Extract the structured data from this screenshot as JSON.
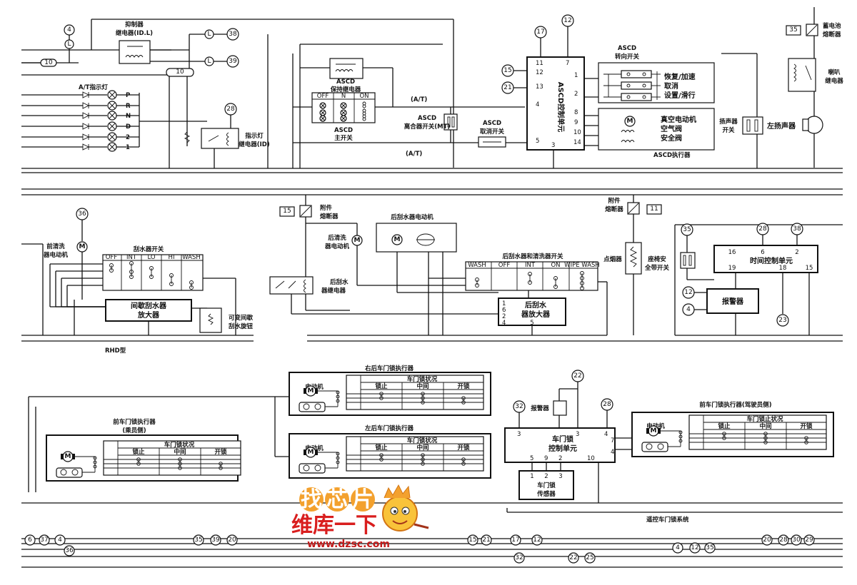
{
  "top": {
    "suppressor_relay": "抑制器",
    "suppressor_relay2": "继电器(ID.L)",
    "at_indicator": "A/T指示灯",
    "gear_positions": [
      "P",
      "R",
      "N",
      "D",
      "2",
      "1"
    ],
    "indicator_relay": "指示灯",
    "indicator_relay2": "继电器(ID)",
    "ascd_hold_relay": "ASCD",
    "ascd_hold_relay2": "保持继电器",
    "main_switch": "ASCD",
    "main_switch2": "主开关",
    "switch_cols": [
      "OFF",
      "N",
      "ON"
    ],
    "at_label": "(A/T)",
    "clutch_switch": "ASCD",
    "clutch_switch2": "离合器开关(MT)",
    "cancel_switch": "ASCD",
    "cancel_switch2": "取消开关",
    "control_unit": "ASCD控制单元",
    "steering_switch": "ASCD",
    "steering_switch2": "转向开关",
    "resume": "恢复/加速",
    "cancel": "取消",
    "set": "设置/滑行",
    "vacuum_motor": "真空电动机",
    "air_valve": "空气阀",
    "safety_valve": "安全阀",
    "actuator": "ASCD执行器",
    "battery_fuse": "蓄电池",
    "battery_fuse2": "熔断器",
    "horn_relay": "喇叭",
    "horn_relay2": "继电器",
    "speaker_switch": "扬声器",
    "speaker_switch2": "开关",
    "left_speaker": "左扬声器",
    "cu_pins": [
      "11",
      "7",
      "12",
      "13",
      "4",
      "5",
      "3",
      "1",
      "2",
      "8",
      "9",
      "10",
      "14"
    ],
    "connector_nums": [
      "4",
      "38",
      "39",
      "10",
      "10",
      "28",
      "17",
      "12",
      "15",
      "21",
      "35"
    ],
    "conn_letter": "L"
  },
  "middle": {
    "front_washer_motor": "前清洗",
    "front_washer_motor2": "器电动机",
    "wiper_switch": "刮水器开关",
    "wiper_cols": [
      "OFF",
      "INT",
      "LO",
      "HI",
      "WASH"
    ],
    "intermittent_amp": "间歇刮水器",
    "intermittent_amp2": "放大器",
    "variable_knob": "可变间歇",
    "variable_knob2": "刮水旋钮",
    "rhd": "RHD型",
    "acc_fuse": "附件",
    "acc_fuse2": "熔断器",
    "rear_washer_motor": "后清洗",
    "rear_washer_motor2": "器电动机",
    "rear_wiper_motor": "后刮水器电动机",
    "rear_wiper_relay": "后刮水",
    "rear_wiper_relay2": "器继电器",
    "rear_switch": "后刮水器和清洗器开关",
    "rear_cols": [
      "WASH",
      "OFF",
      "INT",
      "ON",
      "WIPE WASH"
    ],
    "rear_amp": "后刮水",
    "rear_amp2": "器放大器",
    "rear_amp_pins": [
      "1",
      "6",
      "2",
      "4",
      "5"
    ],
    "cig_lighter": "点烟器",
    "seat_belt": "座椅安",
    "seat_belt2": "全带开关",
    "timer_unit": "时间控制单元",
    "timer_pins": [
      "16",
      "6",
      "2",
      "19",
      "18",
      "15"
    ],
    "alarm": "报警器",
    "connector_nums": [
      "36",
      "15",
      "11",
      "35",
      "28",
      "38",
      "12",
      "4",
      "23"
    ]
  },
  "bottom": {
    "rr_actuator": "右后车门锁执行器",
    "lr_actuator": "左后车门锁执行器",
    "fp_actuator": "前车门锁执行器",
    "fp_actuator2": "(乘员侧)",
    "fd_actuator": "前车门锁执行器(驾驶员侧)",
    "motor": "电动机",
    "lock_status": "车门锁状况",
    "lock_status_alt": "车门锁止状况",
    "status_cols": [
      "锁止",
      "中间",
      "开锁"
    ],
    "buzzer": "报警器",
    "lock_cu": "车门锁",
    "lock_cu2": "控制单元",
    "lock_cu_pins": [
      "3",
      "3",
      "4",
      "7",
      "4",
      "5",
      "9",
      "2",
      "10"
    ],
    "lock_sensor": "车门锁",
    "lock_sensor2": "传感器",
    "sensor_pins": [
      "1",
      "2",
      "3"
    ],
    "remote_system": "遥控车门锁系统",
    "connector_nums": [
      "22",
      "32",
      "28"
    ]
  },
  "footer": {
    "row1": [
      "6",
      "37",
      "4",
      "35",
      "39",
      "20",
      "15",
      "21",
      "17",
      "12",
      "20",
      "28",
      "30",
      "29"
    ],
    "row2": [
      "36",
      "32",
      "22",
      "25",
      "4",
      "12",
      "35"
    ]
  },
  "watermark": {
    "line1a": "找",
    "line1b": "芯",
    "line1c": "片",
    "line2": "维库一下",
    "url": "www.dzsc.com"
  }
}
